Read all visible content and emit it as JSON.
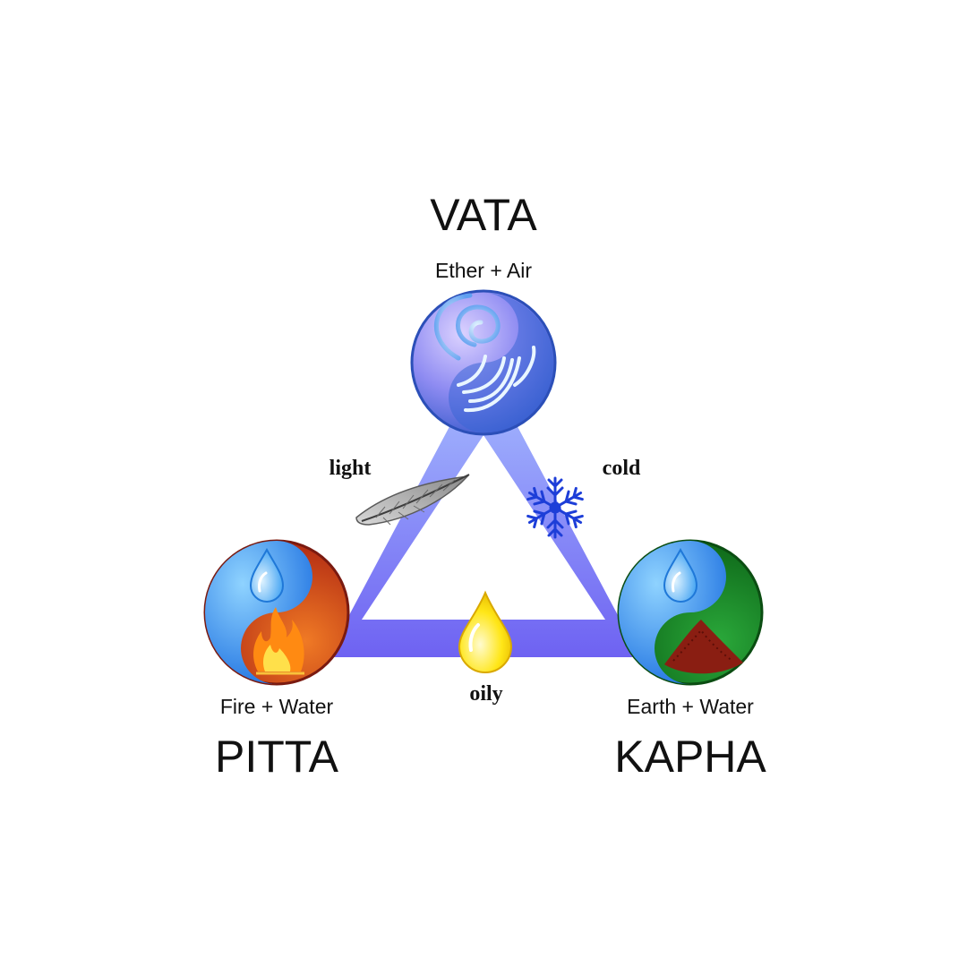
{
  "doshas": [
    {
      "name": "VATA",
      "elements": "Ether + Air",
      "icon": "ether-air-yin-yang-icon"
    },
    {
      "name": "PITTA",
      "elements": "Fire + Water",
      "icon": "fire-water-yin-yang-icon"
    },
    {
      "name": "KAPHA",
      "elements": "Earth + Water",
      "icon": "earth-water-yin-yang-icon"
    }
  ],
  "qualities": [
    {
      "label": "light",
      "icon": "feather-icon"
    },
    {
      "label": "cold",
      "icon": "snowflake-icon"
    },
    {
      "label": "oily",
      "icon": "oil-drop-icon"
    }
  ],
  "colors": {
    "triangle_light": "#9fb6ff",
    "triangle_dark": "#6f63f0",
    "vata_blue": "#3f7ee8",
    "pitta_red": "#c83a17",
    "kapha_green": "#0f7d1c",
    "water_blue": "#2f8ff0",
    "snowflake": "#1d3ed8",
    "oil_yellow": "#ffe11a"
  }
}
